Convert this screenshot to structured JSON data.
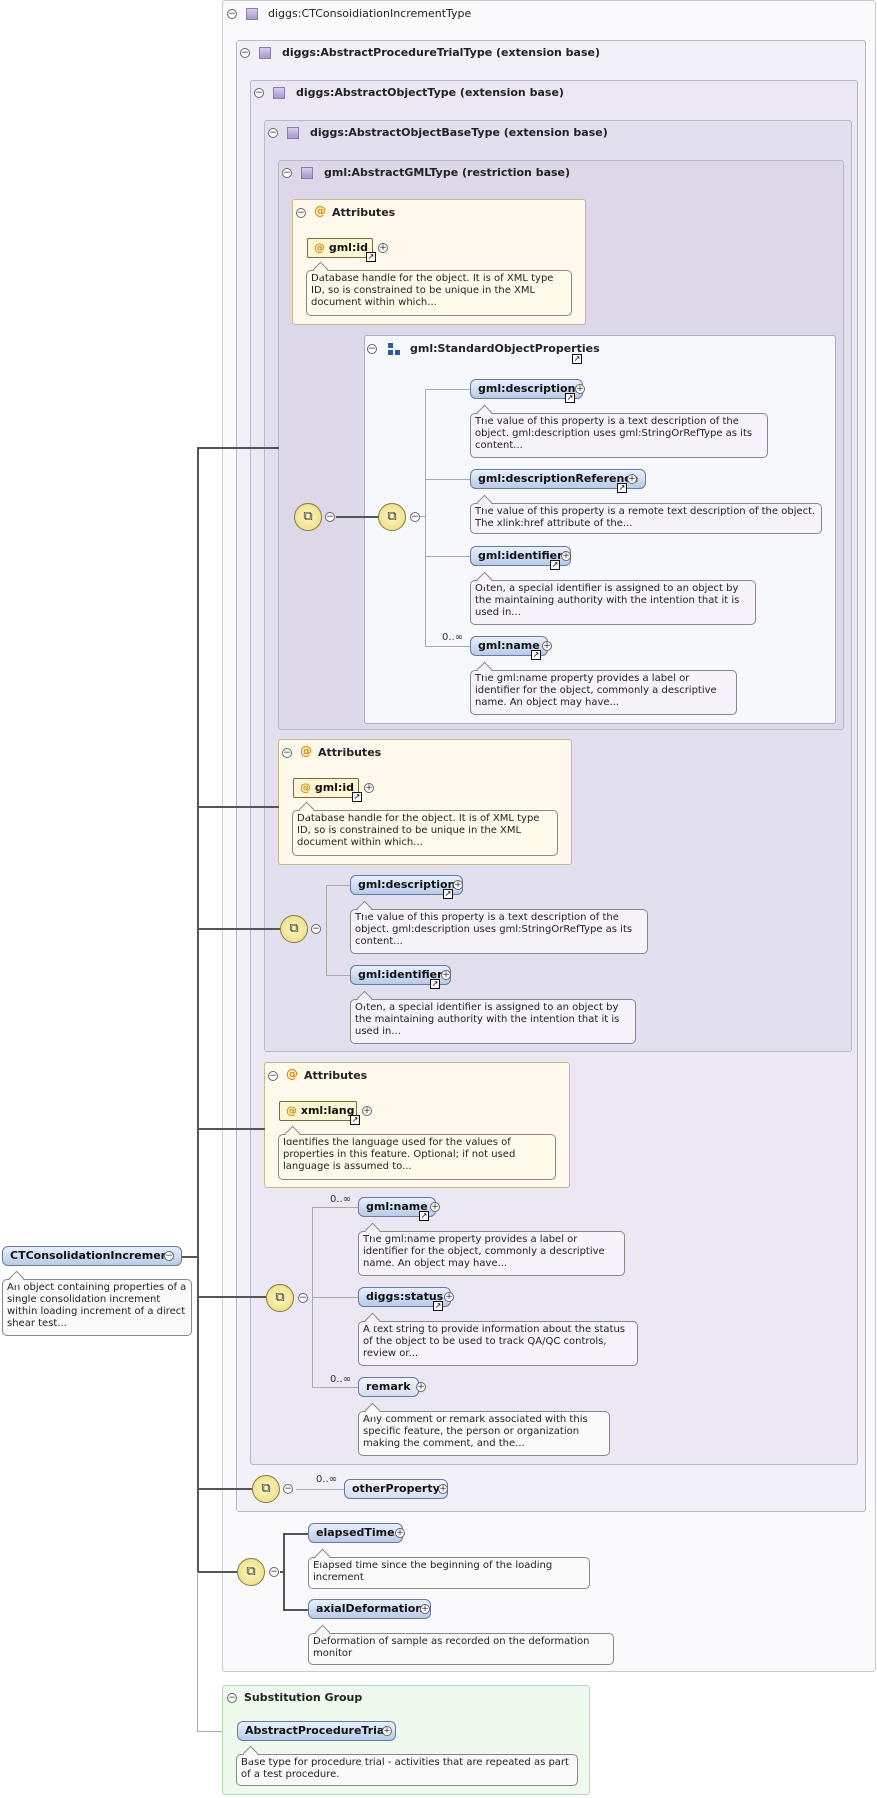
{
  "root": {
    "name": "CTConsolidationIncrement",
    "doc": "An object containing properties of a single consolidation increment within loading increment of a direct shear test..."
  },
  "type_box": {
    "title": "diggs:CTConsoidiationIncrementType"
  },
  "procedure_box": {
    "title": "diggs:AbstractProcedureTrialType (extension base)"
  },
  "object_box": {
    "title": "diggs:AbstractObjectType (extension base)"
  },
  "objectbase_box": {
    "title": "diggs:AbstractObjectBaseType (extension base)"
  },
  "gml_box": {
    "title": "gml:AbstractGMLType (restriction base)"
  },
  "attributes_label": "Attributes",
  "gml_attrs": {
    "name": "gml:id",
    "doc": "Database handle for the object. It is of XML type ID, so is constrained to be unique in the XML document within which..."
  },
  "standard_props": {
    "title": "gml:StandardObjectProperties",
    "items": [
      {
        "name": "gml:description",
        "doc": "The value of this property is a text description of the object. gml:description uses gml:StringOrRefType as its content..."
      },
      {
        "name": "gml:descriptionReference",
        "doc": "The value of this property is a remote text description of the object. The xlink:href attribute of the..."
      },
      {
        "name": "gml:identifier",
        "doc": "Often, a special identifier is assigned to an object by the maintaining authority with the intention that it is used in..."
      },
      {
        "name": "gml:name",
        "card": "0..∞",
        "doc": "The gml:name property provides a label or identifier for the object, commonly a descriptive name. An object may have..."
      }
    ]
  },
  "objectbase_attrs": {
    "name": "gml:id",
    "doc": "Database handle for the object. It is of XML type ID, so is constrained to be unique in the XML document within which..."
  },
  "objectbase_seq": [
    {
      "name": "gml:description",
      "doc": "The value of this property is a text description of the object. gml:description uses gml:StringOrRefType as its content..."
    },
    {
      "name": "gml:identifier",
      "doc": "Often, a special identifier is assigned to an object by the maintaining authority with the intention that it is used in..."
    }
  ],
  "object_attrs": {
    "name": "xml:lang",
    "doc": "Identifies the language used for the values of properties in this feature. Optional; if not used language is assumed to..."
  },
  "object_seq": [
    {
      "name": "gml:name",
      "card": "0..∞",
      "doc": "The gml:name property provides a label or identifier for the object, commonly a descriptive name. An object may have..."
    },
    {
      "name": "diggs:status",
      "doc": "A text string to provide information about the status of the object to be used to track QA/QC controls, review or..."
    },
    {
      "name": "remark",
      "card": "0..∞",
      "doc": "Any comment or remark associated with this specific feature, the person or organization making the comment, and the..."
    }
  ],
  "procedure_seq": {
    "name": "otherProperty",
    "card": "0..∞"
  },
  "type_seq": [
    {
      "name": "elapsedTime",
      "doc": "Elapsed time since the beginning of the loading increment"
    },
    {
      "name": "axialDeformation",
      "doc": "Deformation of sample as recorded on the deformation monitor"
    }
  ],
  "substitution": {
    "title": "Substitution Group",
    "name": "AbstractProcedureTrial",
    "doc": "Base type for procedure trial - activities that are repeated as part of a test procedure."
  },
  "colors": {
    "type_box": "#fafafc",
    "procedure_box": "#f3f1f8",
    "object_box": "#ebe8f3",
    "objectbase_box": "#e2dfee",
    "gml_box": "#dcd8ea",
    "substitution_box": "#eefaee"
  },
  "glyphs": {
    "minus": "−",
    "plus": "+",
    "ref": "↗",
    "seq": "⧉",
    "at": "@"
  }
}
